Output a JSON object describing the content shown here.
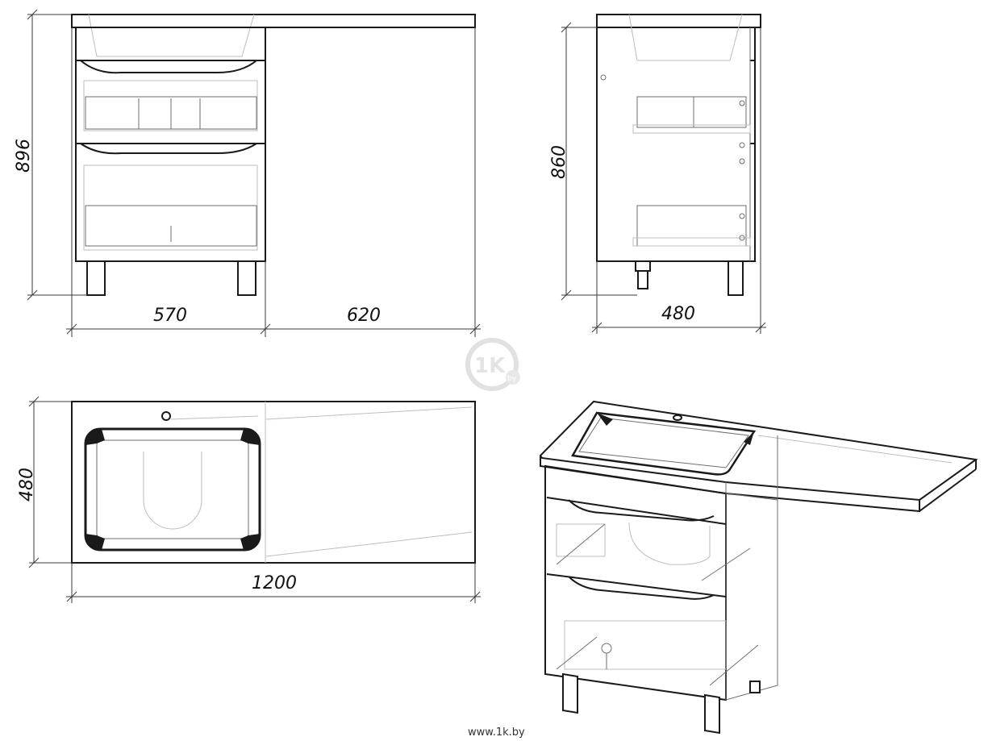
{
  "dimensions": {
    "front_height": "896",
    "front_left_width": "570",
    "front_right_width": "620",
    "side_height": "860",
    "side_depth": "480",
    "top_depth": "480",
    "top_length": "1200"
  },
  "watermark": {
    "logo_text": "1K",
    "logo_suffix": "by"
  },
  "source_text": "www.1k.by"
}
